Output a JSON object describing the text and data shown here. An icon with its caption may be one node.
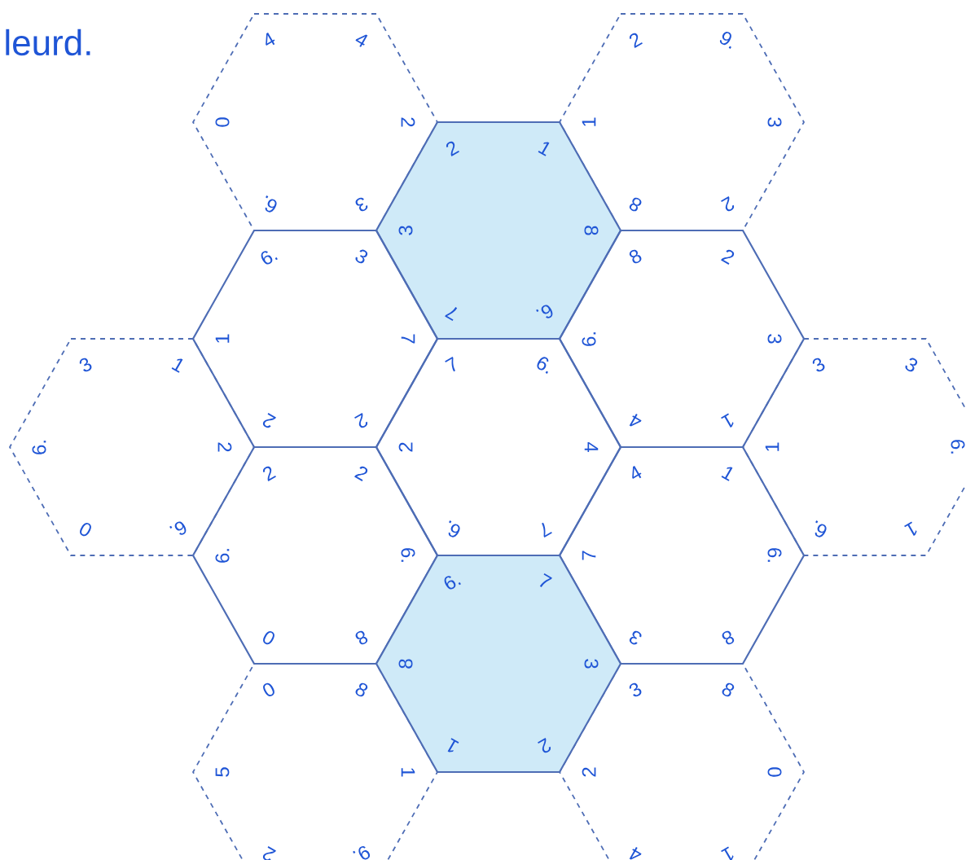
{
  "diagram": {
    "nodes": [
      {
        "text": [
          "4",
          "4",
          "2",
          "3",
          "6.",
          "0"
        ]
      },
      {
        "text": [
          "2",
          "1",
          "8",
          "6.",
          "7",
          "3"
        ]
      },
      {
        "text": [
          "2",
          "9.",
          "3",
          "2",
          "8",
          "1"
        ]
      },
      {
        "text": [
          "6.",
          "3",
          "7",
          "2",
          "2",
          "1"
        ]
      },
      {
        "text": [
          "8",
          "2",
          "3",
          "1",
          "4",
          "6."
        ]
      },
      {
        "text": [
          "3",
          "1",
          "2",
          "6.",
          "0",
          "6."
        ]
      },
      {
        "text": [
          "7",
          "6.",
          "4",
          "7",
          "6.",
          "2"
        ]
      },
      {
        "text": [
          "3",
          "3",
          "6.",
          "1",
          "6.",
          "1"
        ]
      },
      {
        "text": [
          "2",
          "2",
          "6.",
          "8",
          "0",
          "6."
        ]
      },
      {
        "text": [
          "4",
          "1",
          "6.",
          "8",
          "3",
          "7"
        ]
      },
      {
        "text": [
          "6.",
          "7",
          "3",
          "2",
          "1",
          "8"
        ]
      },
      {
        "text": [
          "0",
          "8",
          "1",
          "9.",
          "2",
          "5"
        ]
      },
      {
        "text": [
          "3",
          "8",
          "0",
          "1",
          "4",
          "2"
        ]
      }
    ],
    "labels": [
      "leurd."
    ]
  }
}
